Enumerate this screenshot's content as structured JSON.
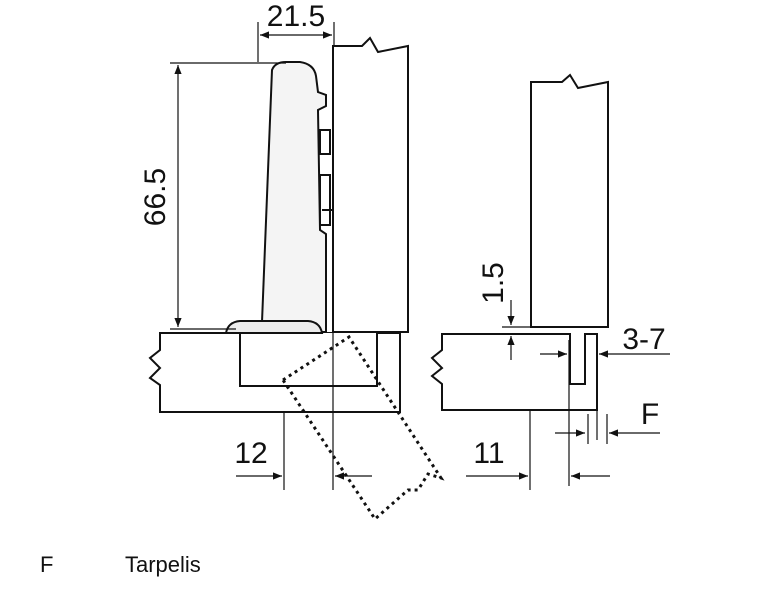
{
  "dimensions": {
    "width_top": "21.5",
    "height_left": "66.5",
    "gap_small": "1.5",
    "overlay_range": "3-7",
    "label_f": "F",
    "bottom_left": "12",
    "bottom_right": "11"
  },
  "legend": {
    "key": "F",
    "value": "Tarpelis"
  },
  "colors": {
    "line": "#111111",
    "fill": "#ffffff",
    "hinge_fill": "#ececec"
  }
}
